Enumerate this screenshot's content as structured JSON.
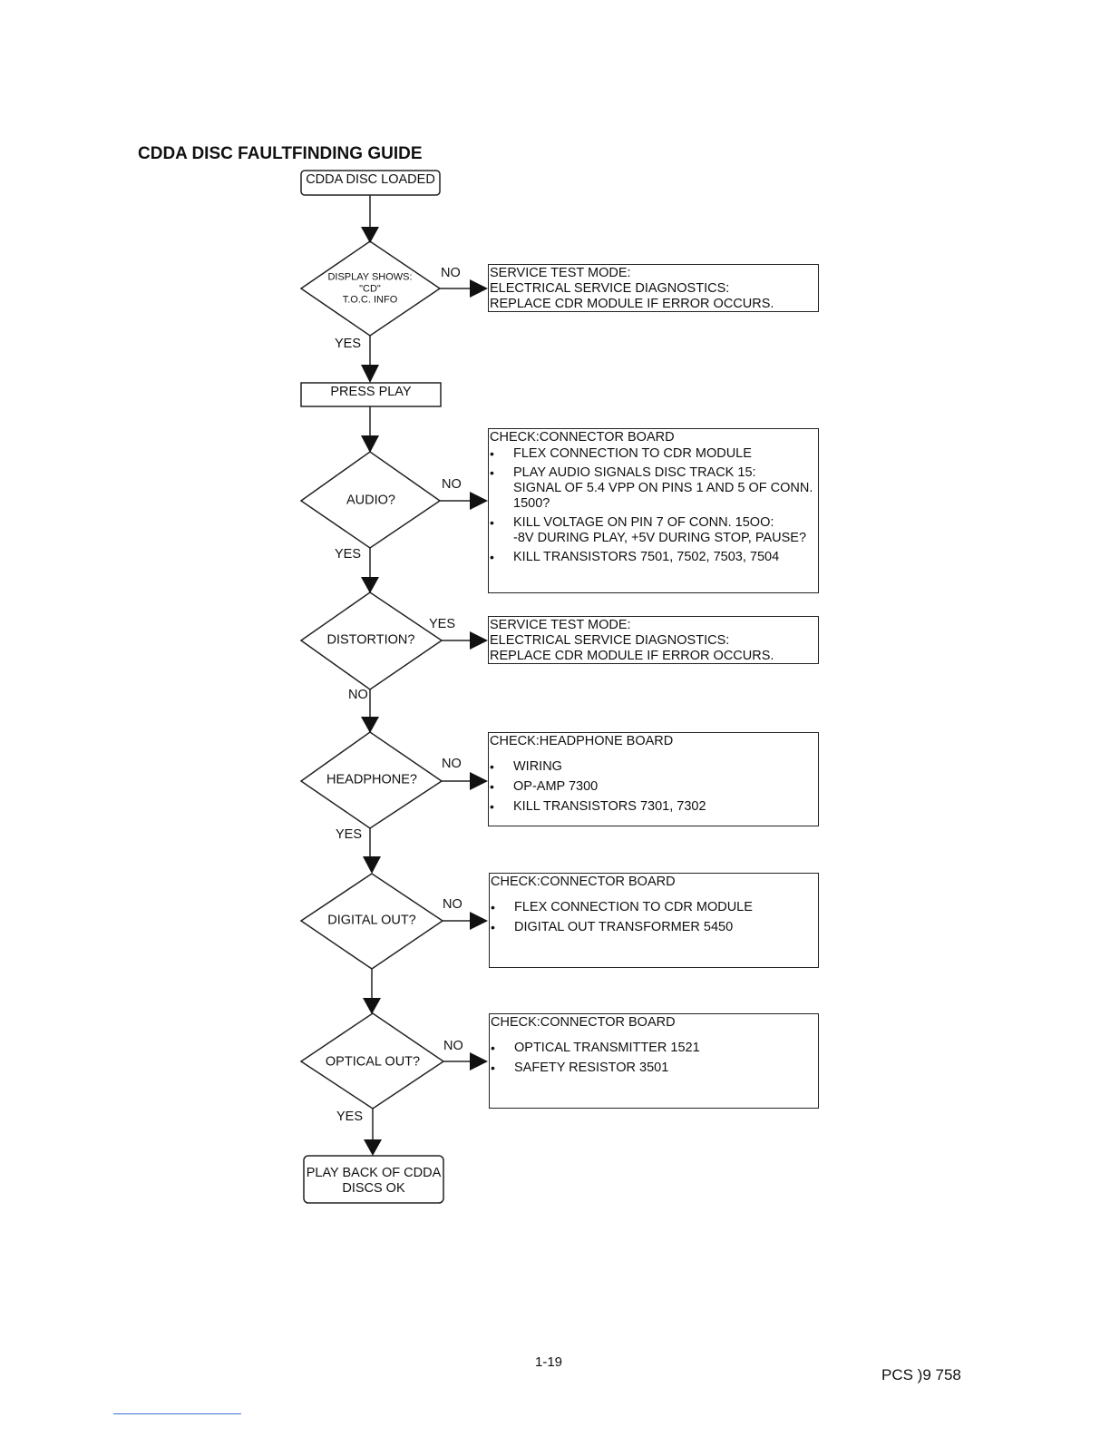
{
  "title": "CDDA DISC FAULTFINDING GUIDE",
  "nodes": {
    "start": "CDDA DISC LOADED",
    "display_q": [
      "DISPLAY SHOWS:",
      "\"CD\"",
      "T.O.C. INFO"
    ],
    "press_play": "PRESS PLAY",
    "audio_q": "AUDIO?",
    "distortion_q": "DISTORTION?",
    "headphone_q": "HEADPHONE?",
    "digital_out_q": "DIGITAL OUT?",
    "optical_out_q": "OPTICAL OUT?",
    "end": [
      "PLAY BACK OF CDDA",
      "DISCS OK"
    ]
  },
  "edge_labels": {
    "display_no": "NO",
    "display_yes": "YES",
    "audio_no": "NO",
    "audio_yes": "YES",
    "distortion_yes": "YES",
    "distortion_no": "NO",
    "headphone_no": "NO",
    "headphone_yes": "YES",
    "digital_no": "NO",
    "optical_no": "NO",
    "optical_yes": "YES"
  },
  "action_boxes": {
    "service1": [
      "SERVICE TEST MODE:",
      "ELECTRICAL SERVICE DIAGNOSTICS:",
      "REPLACE CDR MODULE IF ERROR OCCURS."
    ],
    "connector1": {
      "heading": "CHECK:CONNECTOR BOARD",
      "items": [
        "FLEX CONNECTION TO CDR MODULE",
        "PLAY AUDIO SIGNALS DISC TRACK 15:\nSIGNAL OF 5.4 VPP ON PINS 1 AND 5 OF CONN.\n1500?",
        "KILL VOLTAGE ON PIN 7 OF CONN. 15OO:\n-8V DURING PLAY, +5V DURING STOP, PAUSE?",
        "KILL TRANSISTORS 7501, 7502, 7503, 7504"
      ]
    },
    "service2": [
      "SERVICE TEST MODE:",
      "ELECTRICAL SERVICE DIAGNOSTICS:",
      "REPLACE CDR MODULE IF ERROR OCCURS."
    ],
    "headphone": {
      "heading": "CHECK:HEADPHONE BOARD",
      "items": [
        "WIRING",
        "OP-AMP 7300",
        "KILL TRANSISTORS 7301, 7302"
      ]
    },
    "connector2": {
      "heading": "CHECK:CONNECTOR BOARD",
      "items": [
        "FLEX CONNECTION TO CDR MODULE",
        "DIGITAL OUT TRANSFORMER 5450"
      ]
    },
    "connector3": {
      "heading": "CHECK:CONNECTOR BOARD",
      "items": [
        "OPTICAL TRANSMITTER 1521",
        "SAFETY RESISTOR 3501"
      ]
    }
  },
  "footer": {
    "page_number": "1-19",
    "doc_id": "PCS )9 758"
  }
}
